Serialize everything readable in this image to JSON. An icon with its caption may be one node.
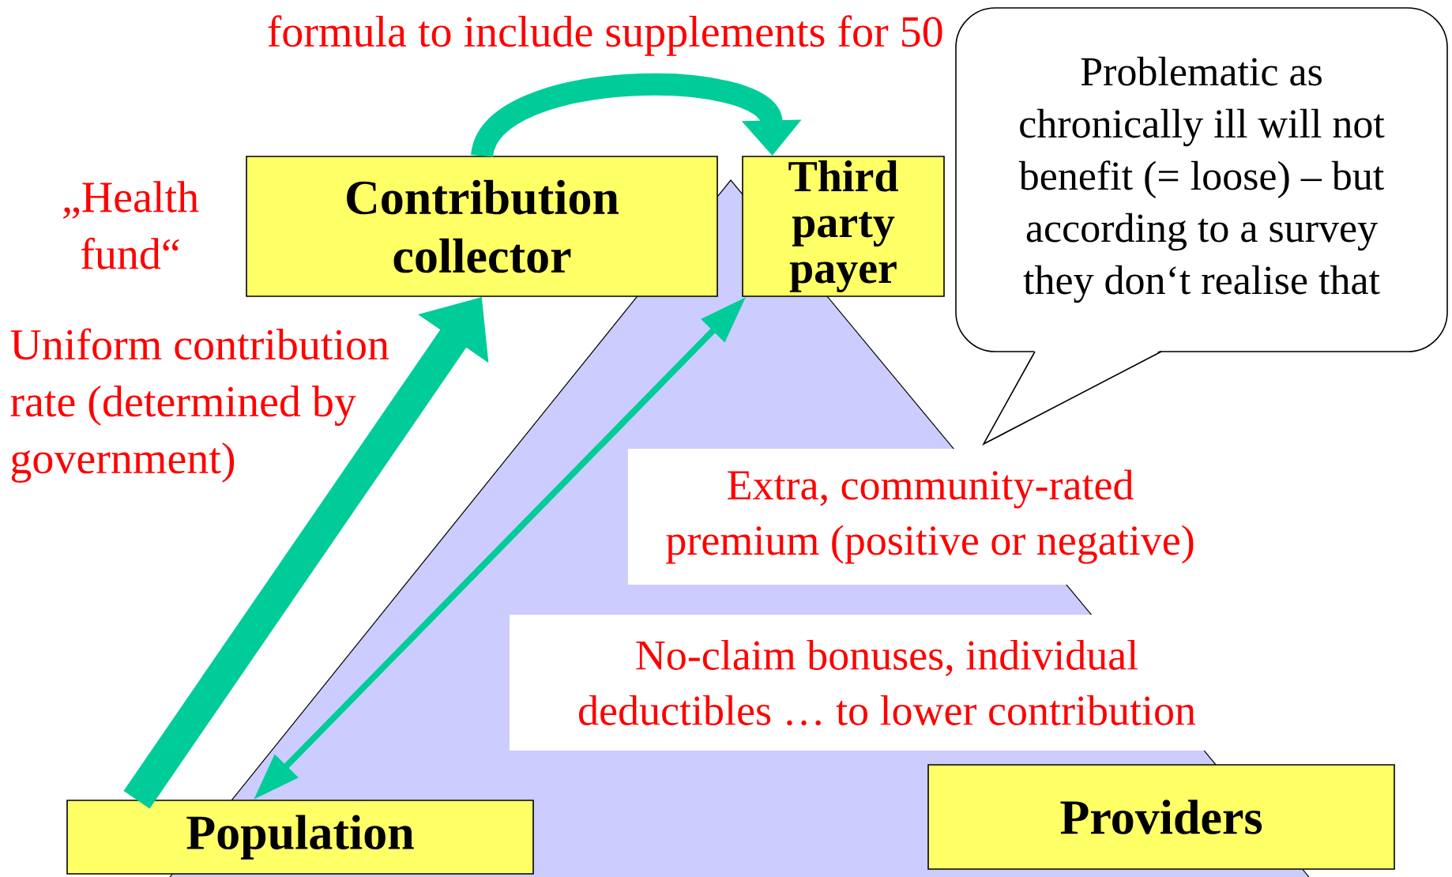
{
  "diagram": {
    "nodes": [
      {
        "text": [
          "Contribution collector"
        ],
        "beside": [
          "„Health fund“"
        ]
      },
      {
        "text": [
          "Third party payer"
        ]
      },
      {
        "text": [
          "Population"
        ]
      },
      {
        "text": [
          "Providers"
        ]
      },
      {
        "text": [
          "Problematic as chronically ill will not benefit (= loose) – but according to a survey they don‘t realise that"
        ]
      },
      {
        "text": [
          "Extra, community-rated premium (positive or negative)"
        ]
      },
      {
        "text": [
          "No-claim bonuses, individual deductibles … to lower contribution"
        ]
      }
    ],
    "edges": [
      {
        "from": 2,
        "to": 0,
        "arrow": "to"
      },
      {
        "from": 0,
        "to": 1,
        "arrow": "to"
      },
      {
        "from": 2,
        "to": 1,
        "arrow": "both"
      }
    ],
    "labels": [
      "formula to include supplements for 50",
      "Uniform contribution rate (determined by government)"
    ]
  }
}
